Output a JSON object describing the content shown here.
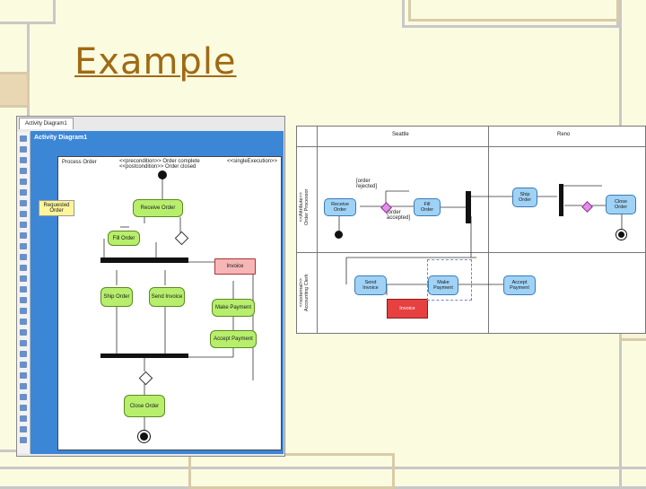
{
  "slide": {
    "title": "Example"
  },
  "left_screenshot": {
    "tab_label": "Activity Diagram1",
    "diagram_title": "Activity Diagram1",
    "partition": "Process Order",
    "stereotypes": "<<precondition>> Order complete\n<<postcondition>> Order closed",
    "stereotype_right": "<<singleExecution>>",
    "note": "Requested\nOrder",
    "nodes": {
      "receive": "Receive Order",
      "fill": "Fill Order",
      "ship": "Ship Order",
      "send_invoice": "Send Invoice",
      "make_payment": "Make Payment",
      "accept_payment": "Accept Payment",
      "close": "Close Order",
      "invoice": "Invoice"
    }
  },
  "right_screenshot": {
    "lanes": {
      "seattle": "Seattle",
      "reno": "Reno"
    },
    "rows": {
      "top": "<<Attribute>>\nOrder Processor",
      "bottom": "<<external>>\nAccounting Clerk"
    },
    "labels": {
      "order_rejected": "[order\nrejected]",
      "order_accepted": "[order\naccepted]"
    },
    "nodes": {
      "receive": "Receive\nOrder",
      "fill": "Fill\nOrder",
      "ship": "Ship\nOrder",
      "close": "Close\nOrder",
      "send_invoice": "Send\nInvoice",
      "make_payment": "Make\nPayment",
      "accept_payment": "Accept\nPayment",
      "invoice": "Invoice"
    }
  },
  "colors": {
    "title": "#a06a14",
    "canvas_blue": "#3c86d6",
    "action_green": "#b7ef6d",
    "invoice_pink": "#f6b6b6",
    "action_blue": "#9fd2f5",
    "decision_pink": "#e28ee8",
    "invoice_red": "#e64040"
  }
}
